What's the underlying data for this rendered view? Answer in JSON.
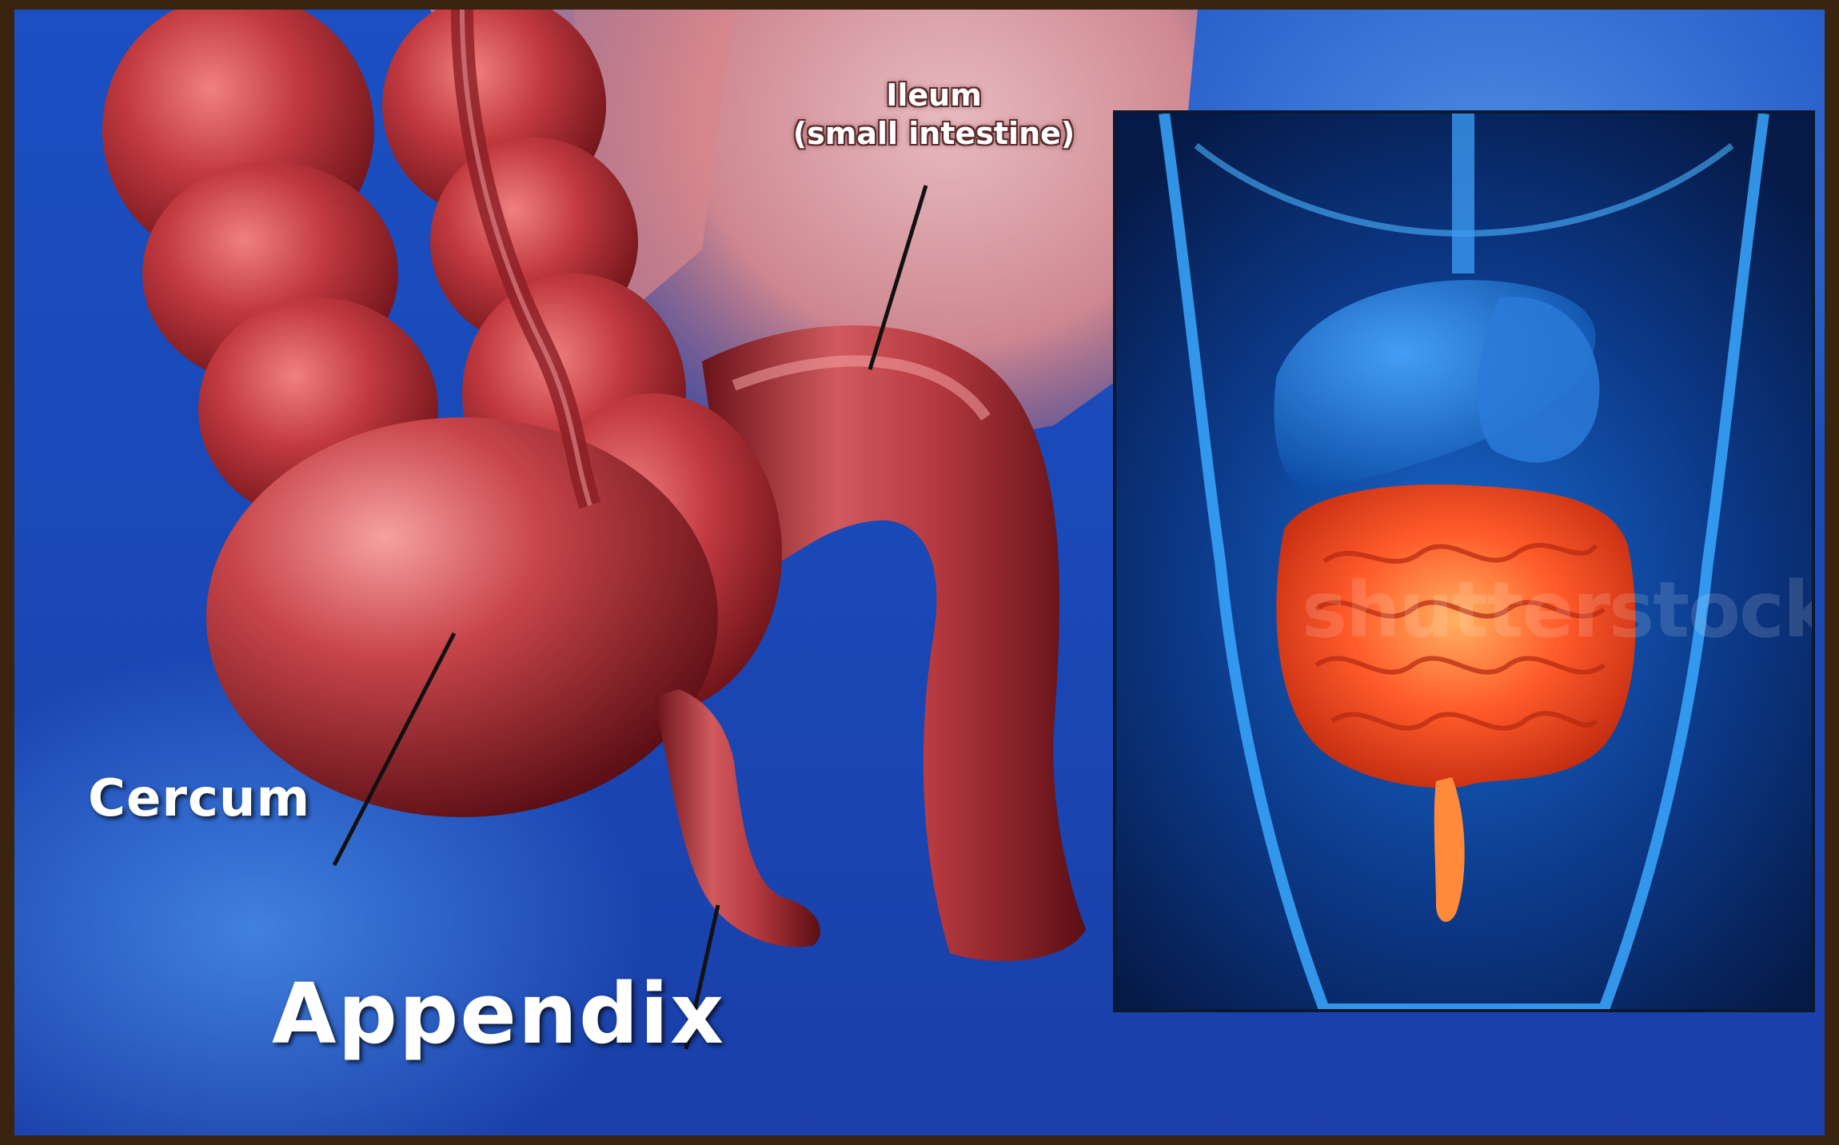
{
  "labels": {
    "ileum_line1": "Ileum",
    "ileum_line2": "(small intestine)",
    "cercum": "Cercum",
    "appendix": "Appendix"
  },
  "watermark": "shutterstock",
  "colors": {
    "background": "#1b4fc2",
    "tissue": "#a82a30",
    "tissue_highlight": "#e86a6a",
    "intestine_glow": "#ff7a2a",
    "body_outline": "#3aa8ff"
  }
}
